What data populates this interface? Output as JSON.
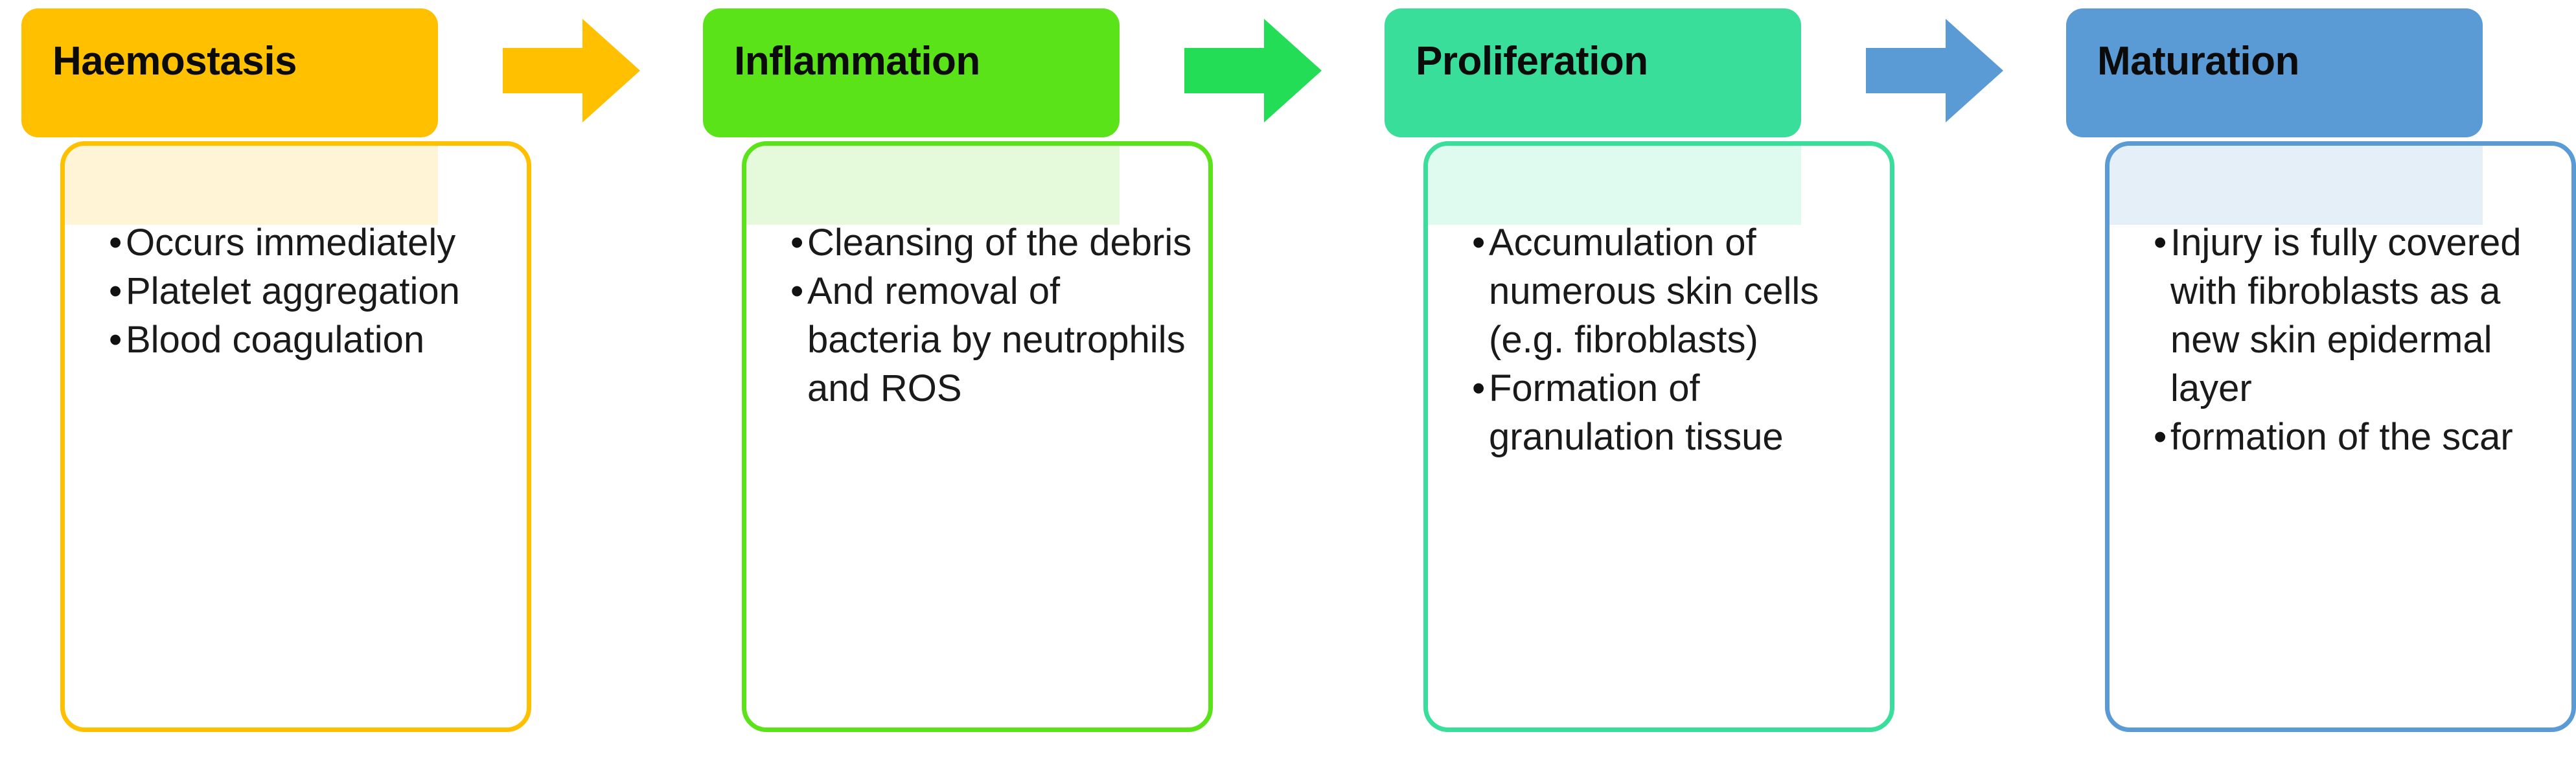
{
  "diagram": {
    "title_sequence": [
      "Haemostasis",
      "Inflammation",
      "Proliferation",
      "Maturation"
    ],
    "phases": [
      {
        "name": "Haemostasis",
        "header_color": "#FFC000",
        "outline_color": "#FFC000",
        "tint_color": "#FFC000",
        "bullets": [
          "Occurs immediately",
          "Platelet aggregation",
          "Blood coagulation"
        ]
      },
      {
        "name": "Inflammation",
        "header_color": "#5BE319",
        "outline_color": "#5BE319",
        "tint_color": "#5BE319",
        "bullets": [
          "Cleansing of the debris",
          "And removal of bacteria by neutrophils and ROS"
        ]
      },
      {
        "name": "Proliferation",
        "header_color": "#3ADE9B",
        "outline_color": "#3ADE9B",
        "tint_color": "#3ADE9B",
        "bullets": [
          "Accumulation of numerous skin cells (e.g. fibroblasts)",
          "Formation of granulation tissue"
        ]
      },
      {
        "name": "Maturation",
        "header_color": "#5B9BD5",
        "outline_color": "#5B9BD5",
        "tint_color": "#5B9BD5",
        "bullets": [
          "Injury is fully covered with fibroblasts as a new skin epidermal layer",
          "formation of the scar"
        ]
      }
    ],
    "arrows": [
      {
        "from": "Haemostasis",
        "to": "Inflammation",
        "color": "#FFC000",
        "direction": "right"
      },
      {
        "from": "Inflammation",
        "to": "Proliferation",
        "color": "#22DD55",
        "direction": "right"
      },
      {
        "from": "Proliferation",
        "to": "Maturation",
        "color": "#5B9BD5",
        "direction": "right"
      }
    ],
    "bullet_glyph": "•",
    "background_color": "#FFFFFF"
  }
}
